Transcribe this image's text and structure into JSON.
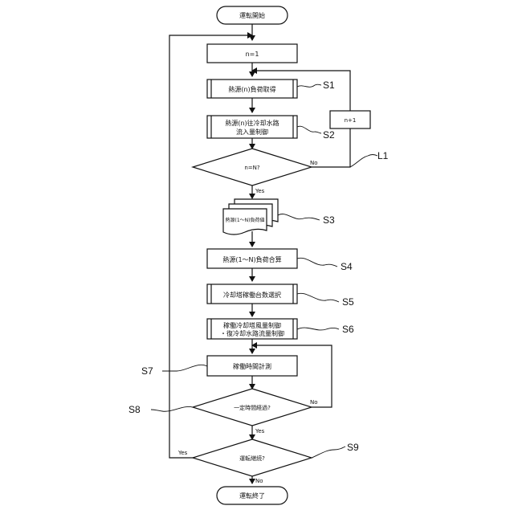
{
  "nodes": {
    "start": "運転開始",
    "init": "n=1",
    "s1": "熱源(n)負荷取得",
    "s2_line1": "熱源(n)往冷却水路",
    "s2_line2": "流入量制御",
    "d1": "n=N?",
    "inc": "n+1",
    "s3": "熱源(1〜N)負荷値",
    "s4": "熱源(1〜N)負荷合算",
    "s5": "冷却塔稼働台数選択",
    "s6_line1": "稼働冷却塔風量制御",
    "s6_line2": "・復冷却水路流量制御",
    "s7": "稼働時間計測",
    "d2": "一定時間経過?",
    "d3": "運転継続?",
    "end": "運転終了"
  },
  "edges": {
    "yes": "Yes",
    "no": "No"
  },
  "labels": {
    "S1": "S1",
    "S2": "S2",
    "S3": "S3",
    "S4": "S4",
    "S5": "S5",
    "S6": "S6",
    "S7": "S7",
    "S8": "S8",
    "S9": "S9",
    "L1": "L1"
  }
}
